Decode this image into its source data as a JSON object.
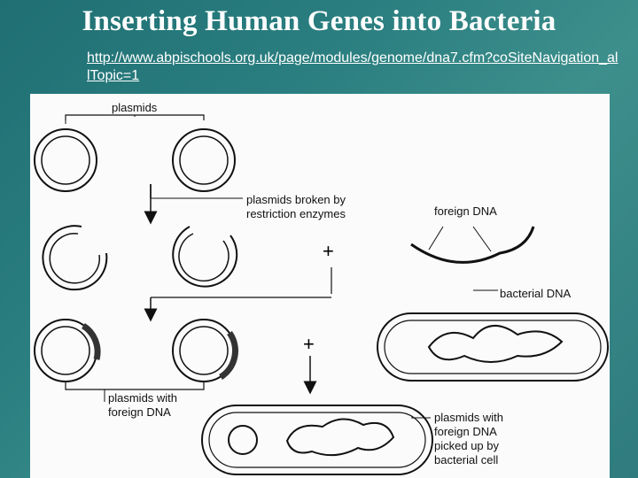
{
  "slide": {
    "title": "Inserting Human Genes into Bacteria",
    "link": "http://www.abpischools.org.uk/page/modules/genome/dna7.cfm?coSiteNavigation_allTopic=1"
  },
  "figure": {
    "labels": {
      "plasmids": "plasmids",
      "broken_line1": "plasmids broken by",
      "broken_line2": "restriction enzymes",
      "foreign_dna": "foreign DNA",
      "bacterial_dna": "bacterial DNA",
      "with_line1": "plasmids with",
      "with_line2": "foreign DNA",
      "picked_line1": "plasmids with",
      "picked_line2": "foreign DNA",
      "picked_line3": "picked up by",
      "picked_line4": "bacterial cell"
    },
    "plus_symbol": "+"
  }
}
